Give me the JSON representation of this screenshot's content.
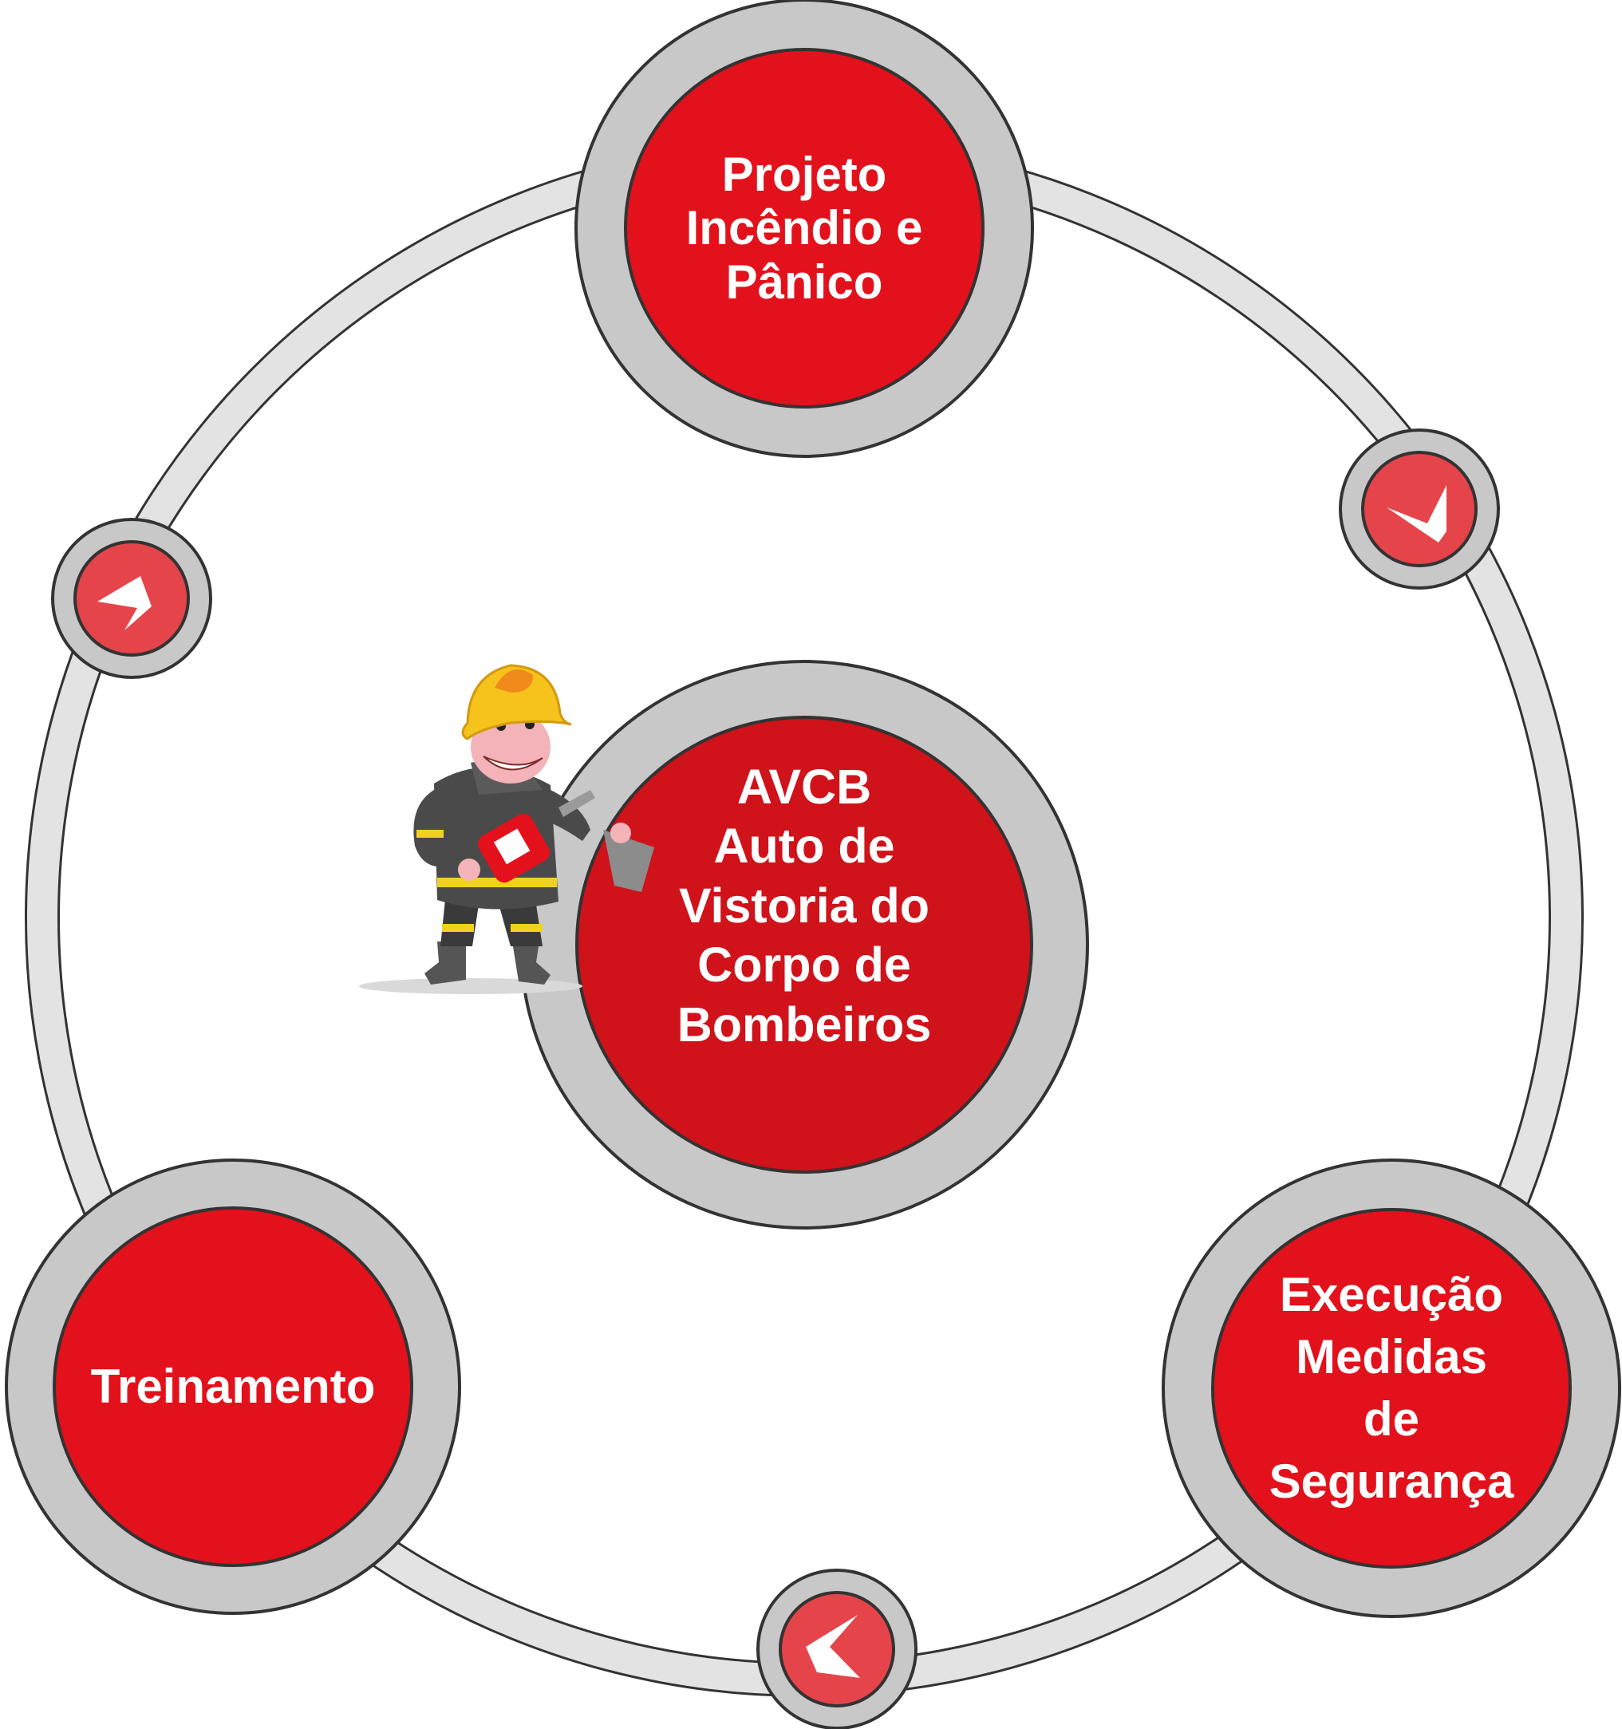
{
  "colors": {
    "ring": "#e3e3e3",
    "outline": "#333333",
    "bezel": "#c8c8c8",
    "red": "#e3111b",
    "red_center": "#d0121a",
    "arrow_red": "#e5454a",
    "text": "#ffffff"
  },
  "nodes": {
    "top": {
      "lines": [
        "Projeto",
        "Incêndio e",
        "Pânico"
      ]
    },
    "center": {
      "lines": [
        "AVCB",
        "Auto de",
        "Vistoria do",
        "Corpo de",
        "Bombeiros"
      ]
    },
    "left": {
      "lines": [
        "Treinamento"
      ]
    },
    "right": {
      "lines": [
        "Execução",
        "Medidas",
        "de",
        "Segurança"
      ]
    }
  },
  "connectors": [
    {
      "name": "connector-top-right",
      "icon": "chevron-down-icon"
    },
    {
      "name": "connector-bottom",
      "icon": "chevron-left-icon"
    },
    {
      "name": "connector-left",
      "icon": "chevron-up-icon"
    }
  ],
  "illustration": {
    "icon": "firefighter-with-extinguisher-icon"
  }
}
